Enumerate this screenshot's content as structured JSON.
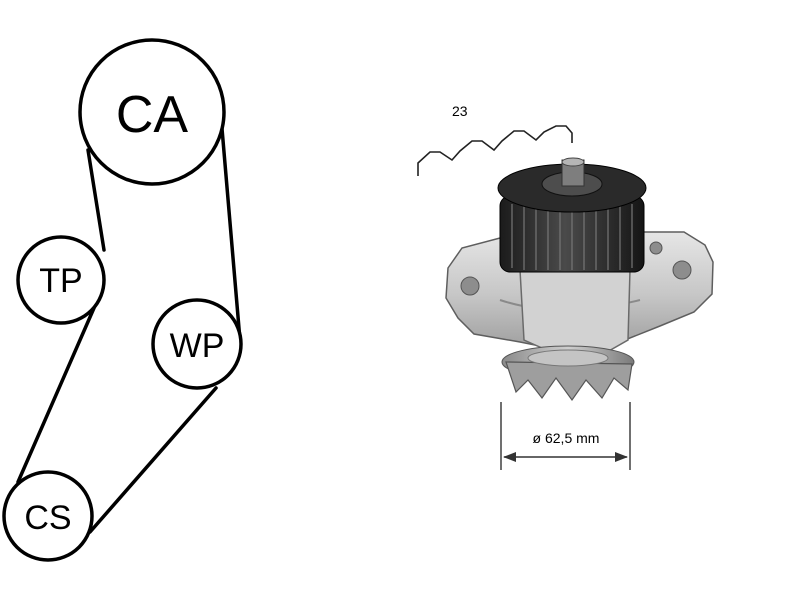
{
  "belt_layout": {
    "pulleys": {
      "camshaft": "CA",
      "tensioner": "TP",
      "water_pump": "WP",
      "crankshaft": "CS"
    }
  },
  "pump": {
    "tooth_count": "23",
    "diameter": "ø 62,5 mm"
  }
}
